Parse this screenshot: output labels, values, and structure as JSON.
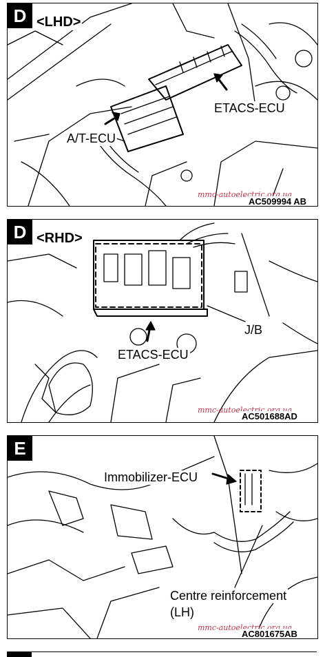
{
  "panels": [
    {
      "section": "D",
      "variant": "<LHD>",
      "labels": {
        "etacs": "ETACS-ECU",
        "at_ecu": "A/T-ECU"
      },
      "code": "AC509994 AB",
      "watermark": "mmc-autoelectric.org.ua"
    },
    {
      "section": "D",
      "variant": "<RHD>",
      "labels": {
        "jb": "J/B",
        "etacs": "ETACS-ECU"
      },
      "code": "AC501688AD",
      "watermark": "mmc-autoelectric.org.ua"
    },
    {
      "section": "E",
      "labels": {
        "immobilizer": "Immobilizer-ECU",
        "centre_line1": "Centre reinforcement",
        "centre_line2": "(LH)"
      },
      "code": "AC801675AB",
      "watermark": "mmc-autoelectric.org.ua"
    }
  ]
}
